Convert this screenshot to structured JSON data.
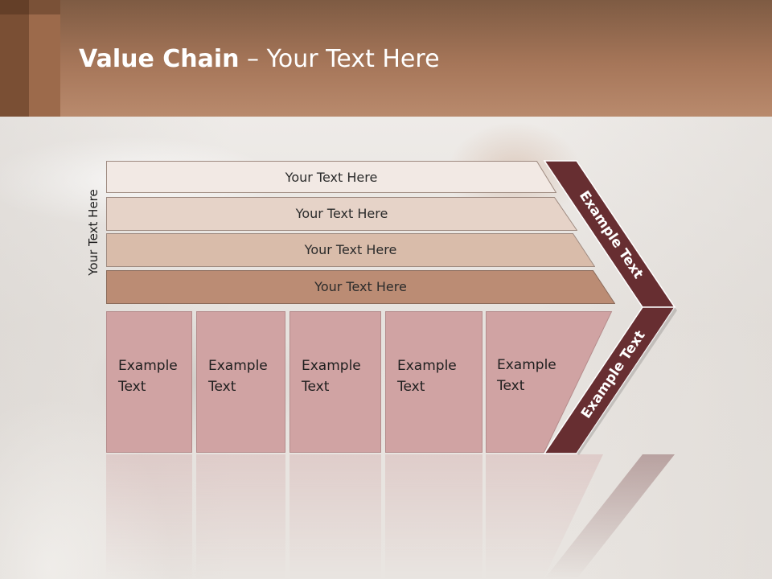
{
  "title": {
    "bold": "Value Chain",
    "rest": " – Your Text Here"
  },
  "side_label": "Your Text Here",
  "bars": [
    "Your Text Here",
    "Your Text Here",
    "Your Text Here",
    "Your Text Here"
  ],
  "columns": [
    "Example Text",
    "Example Text",
    "Example Text",
    "Example Text",
    "Example Text"
  ],
  "chevron": {
    "top_label": "Example Text",
    "bottom_label": "Example Text"
  },
  "colors": {
    "header": "#a67659",
    "chevron": "#672e31",
    "columns": "#d0a3a3",
    "bar_1": "#f2e9e4",
    "bar_2": "#e6d3c8",
    "bar_3": "#d9bcaa",
    "bar_4": "#bb8c74"
  }
}
